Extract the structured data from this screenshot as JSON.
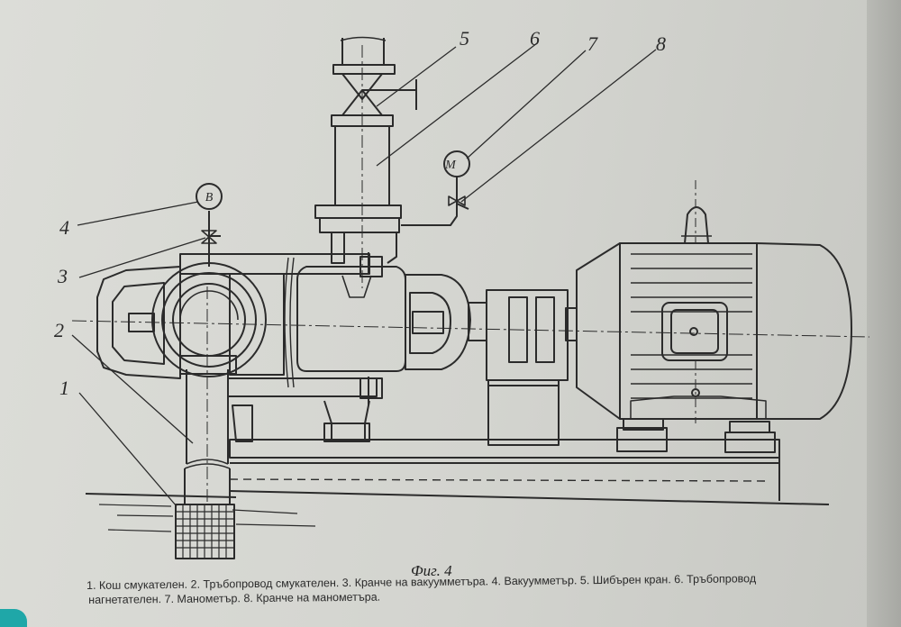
{
  "figure": {
    "title": "Фиг. 4",
    "callouts": [
      "1",
      "2",
      "3",
      "4",
      "5",
      "6",
      "7",
      "8"
    ],
    "gauges": {
      "manometer_symbol": "M",
      "vacuum_symbol": "B"
    }
  },
  "caption": {
    "line1": "1. Кош смукателен. 2. Тръбопровод смукателен. 3. Кранче на вакуумметъра. 4. Вакуумметър. 5. Шибърен кран. 6. Тръбопровод",
    "line2": "нагнетателен. 7. Манометър. 8. Кранче на манометъра."
  }
}
